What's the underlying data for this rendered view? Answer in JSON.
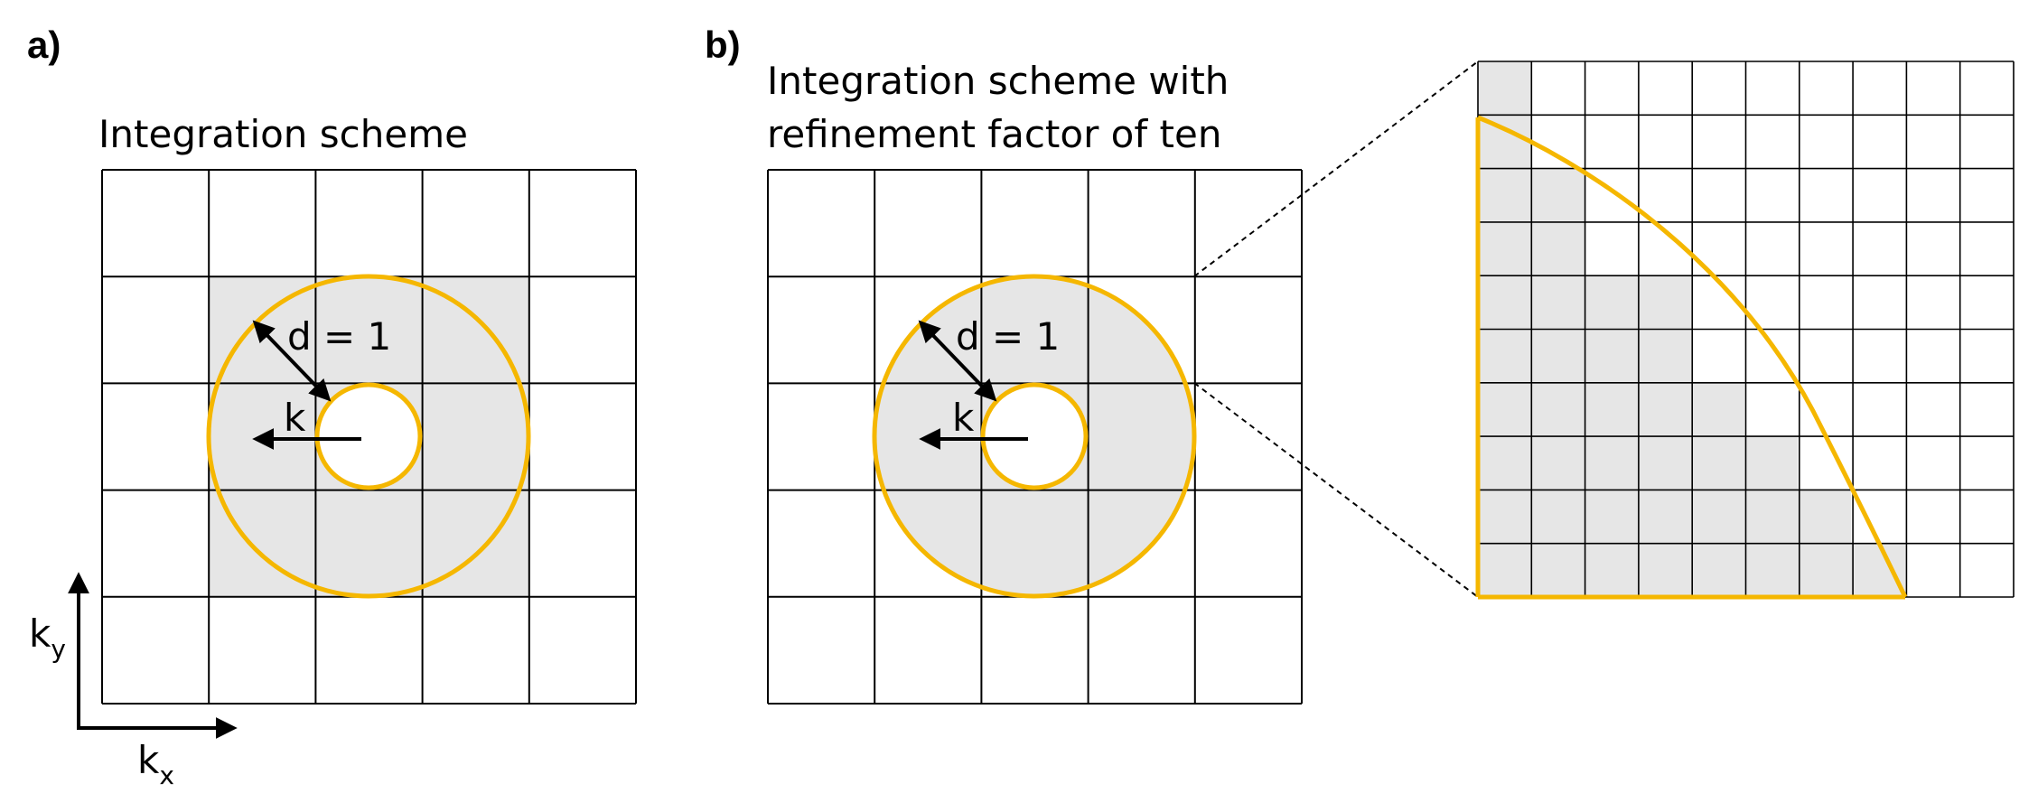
{
  "panels": {
    "a": {
      "label": "a)",
      "title": "Integration scheme"
    },
    "b": {
      "label": "b)",
      "title_line1": "Integration scheme with",
      "title_line2": "refinement factor of ten"
    }
  },
  "annotations": {
    "distance_label": "d = 1",
    "k_label": "k",
    "axis_y_main": "k",
    "axis_y_sub": "y",
    "axis_x_main": "k",
    "axis_x_sub": "x"
  },
  "colors": {
    "ring": "#F5B700",
    "shade": "#E6E6E6",
    "grid": "#000000"
  },
  "grid": {
    "coarse_cells": 5,
    "refinement_factor": 10
  }
}
